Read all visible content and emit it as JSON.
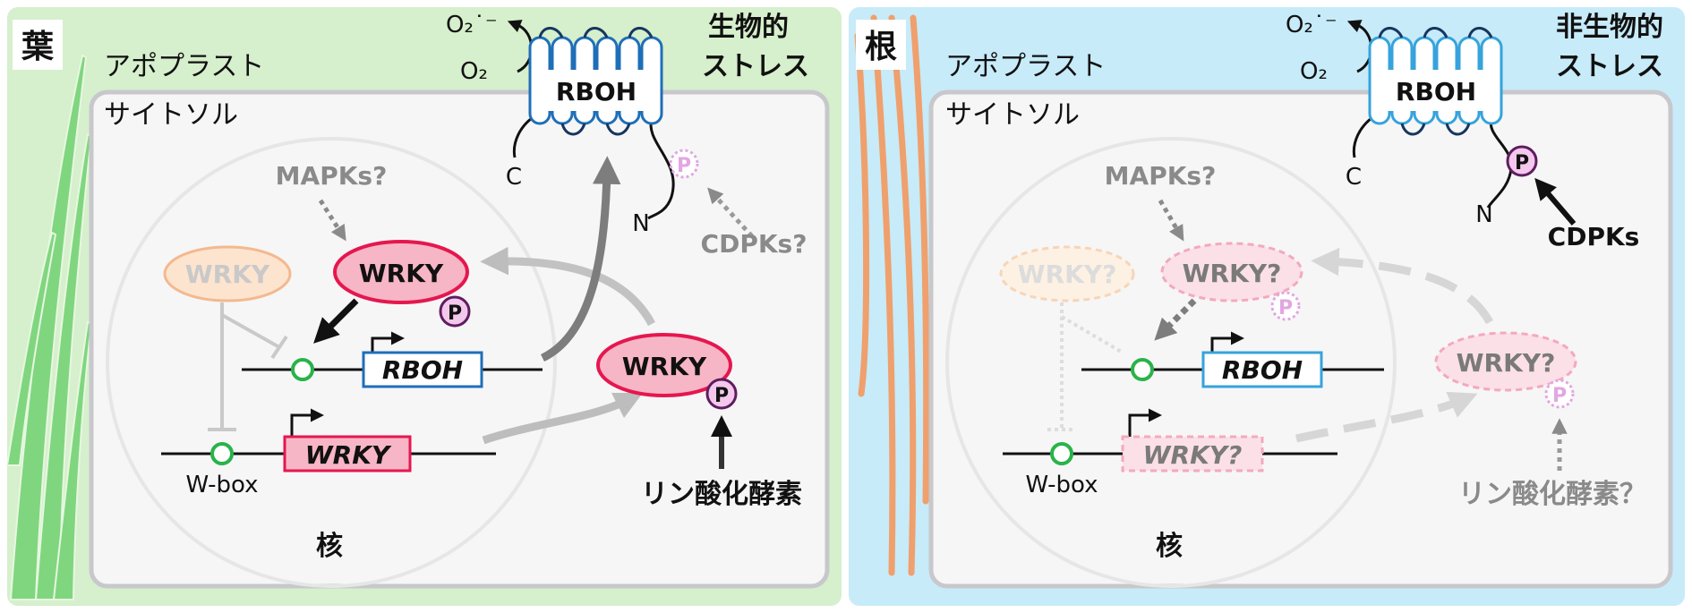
{
  "colors": {
    "leaf_bg": "#d6efcc",
    "root_bg": "#c7ebf8",
    "cell_fill": "#f6f6f7",
    "cell_stroke": "#c8c8cc",
    "nucleus_stroke": "#e6e6e6",
    "wrky_red_fill": "#f7b6c6",
    "wrky_red_stroke": "#e5174f",
    "wrky_orange_fill": "#fde4cf",
    "wrky_orange_stroke": "#f3b98e",
    "rboh_blue": "#1f6fb8",
    "rboh_light_blue": "#36a3dc",
    "phospho_purple": "#7a1f7a",
    "grass_green": "#7fd67f",
    "root_orange": "#efa06d",
    "wbox_green": "#29b34a",
    "arrow_gray": "#bdbdbd",
    "arrow_dark": "#8a8a8a"
  },
  "left": {
    "tissue_label": "葉",
    "apoplast_label": "アポプラスト",
    "cytosol_label": "サイトソル",
    "stress_label_1": "生物的",
    "stress_label_2": "ストレス",
    "nucleus_label": "核",
    "o2_radical": "O₂˙⁻",
    "o2": "O₂",
    "rboh_protein": "RBOH",
    "c_term": "C",
    "n_term": "N",
    "p_label": "P",
    "cdpks_label": "CDPKs?",
    "mapks_label": "MAPKs?",
    "wrky_inactive": "WRKY",
    "wrky_active": "WRKY",
    "wrky_cyto": "WRKY",
    "gene_rboh": "RBOH",
    "gene_wrky": "WRKY",
    "wbox_label": "W-box",
    "kinase_label": "リン酸化酵素"
  },
  "right": {
    "tissue_label": "根",
    "apoplast_label": "アポプラスト",
    "cytosol_label": "サイトソル",
    "stress_label_1": "非生物的",
    "stress_label_2": "ストレス",
    "nucleus_label": "核",
    "o2_radical": "O₂˙⁻",
    "o2": "O₂",
    "rboh_protein": "RBOH",
    "c_term": "C",
    "n_term": "N",
    "p_label": "P",
    "cdpks_label": "CDPKs",
    "mapks_label": "MAPKs?",
    "wrky_inactive": "WRKY?",
    "wrky_active": "WRKY?",
    "wrky_cyto": "WRKY?",
    "gene_rboh": "RBOH",
    "gene_wrky": "WRKY?",
    "wbox_label": "W-box",
    "kinase_label": "リン酸化酵素？"
  }
}
